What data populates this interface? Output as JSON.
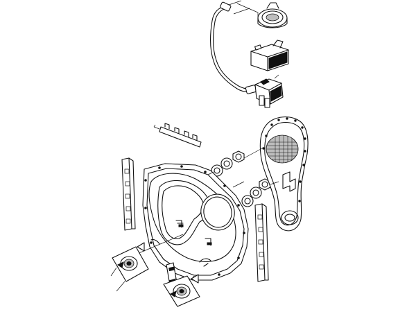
{
  "diagram": {
    "colors": {
      "line": "#111111",
      "background": "#ffffff",
      "shade": "#bdbdbd"
    },
    "parts": [
      {
        "id": "cable-harness",
        "icon": "cable-icon"
      },
      {
        "id": "round-connector",
        "icon": "connector-icon"
      },
      {
        "id": "relay-module",
        "icon": "relay-icon"
      },
      {
        "id": "switch-assembly",
        "icon": "switch-icon"
      },
      {
        "id": "hinge-strip",
        "icon": "hinge-icon"
      },
      {
        "id": "nut",
        "icon": "nut-icon"
      },
      {
        "id": "washer",
        "icon": "washer-icon"
      },
      {
        "id": "left-bracket",
        "icon": "bracket-icon"
      },
      {
        "id": "right-bracket",
        "icon": "bracket-icon"
      },
      {
        "id": "rear-panel",
        "icon": "panel-icon"
      },
      {
        "id": "duct-cover",
        "icon": "duct-icon"
      },
      {
        "id": "roller-detail-left",
        "icon": "roller-icon"
      },
      {
        "id": "roller-detail-right",
        "icon": "roller-icon"
      },
      {
        "id": "pin",
        "icon": "pin-icon"
      }
    ]
  }
}
